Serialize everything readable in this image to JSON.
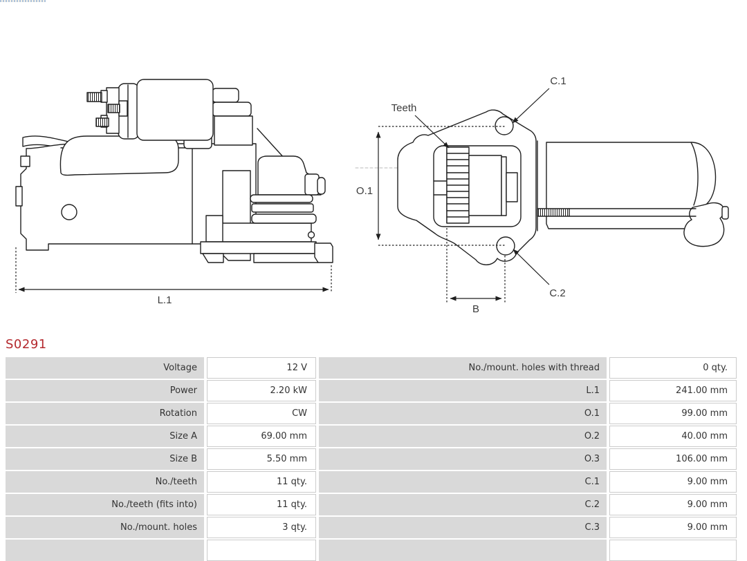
{
  "part": {
    "number": "S0291"
  },
  "diagram": {
    "labels": {
      "l1": "L.1",
      "o1": "O.1",
      "b": "B",
      "teeth": "Teeth",
      "c1": "C.1",
      "c2": "C.2"
    }
  },
  "table": {
    "rows": [
      {
        "label": "Voltage",
        "value": "12 V",
        "label2": "No./mount. holes with thread",
        "value2": "0 qty."
      },
      {
        "label": "Power",
        "value": "2.20 kW",
        "label2": "L.1",
        "value2": "241.00 mm"
      },
      {
        "label": "Rotation",
        "value": "CW",
        "label2": "O.1",
        "value2": "99.00 mm"
      },
      {
        "label": "Size A",
        "value": "69.00 mm",
        "label2": "O.2",
        "value2": "40.00 mm"
      },
      {
        "label": "Size B",
        "value": "5.50 mm",
        "label2": "O.3",
        "value2": "106.00 mm"
      },
      {
        "label": "No./teeth",
        "value": "11 qty.",
        "label2": "C.1",
        "value2": "9.00 mm"
      },
      {
        "label": "No./teeth (fits into)",
        "value": "11 qty.",
        "label2": "C.2",
        "value2": "9.00 mm"
      },
      {
        "label": "No./mount. holes",
        "value": "3 qty.",
        "label2": "C.3",
        "value2": "9.00 mm"
      }
    ]
  },
  "colors": {
    "accent_red": "#b4292e",
    "cell_gray": "#d9d9d9",
    "line_color": "#1f1f1f"
  }
}
